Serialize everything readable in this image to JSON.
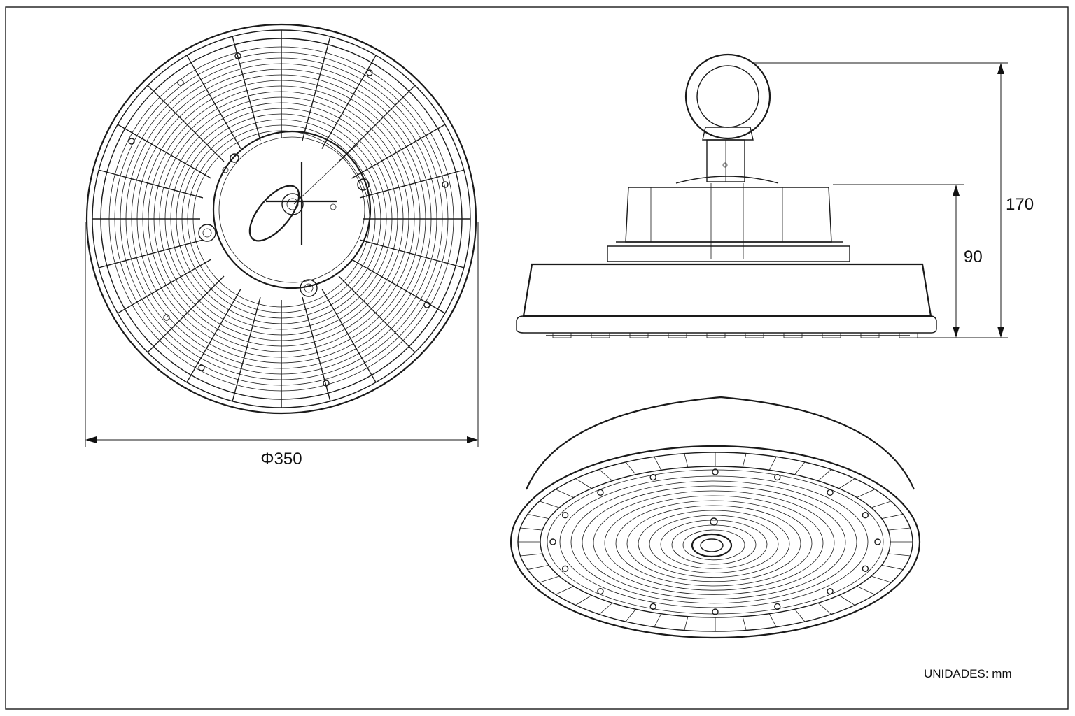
{
  "dimensions": {
    "diameter": "Φ350",
    "total_height": "170",
    "body_height": "90"
  },
  "units_note": "UNIDADES: mm",
  "views": [
    "top-view",
    "side-view",
    "perspective-view"
  ]
}
